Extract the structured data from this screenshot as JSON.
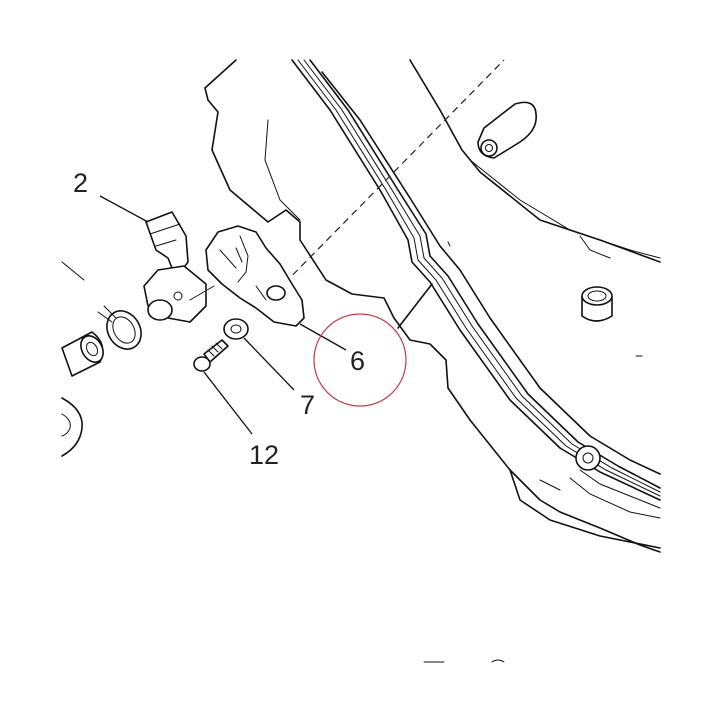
{
  "callouts": {
    "part_2": "2",
    "part_6": "6",
    "part_7": "7",
    "part_12": "12"
  },
  "highlight": {
    "target_part": "6",
    "circle_color": "#c0394a"
  },
  "colors": {
    "line": "#111111",
    "background": "#ffffff"
  }
}
